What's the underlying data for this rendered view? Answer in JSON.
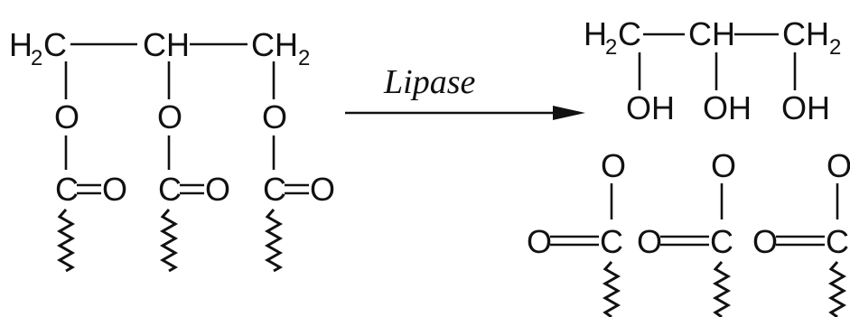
{
  "reaction": {
    "enzyme_label": "Lipase",
    "substrate": {
      "atoms": {
        "h2c_left": "H",
        "h2c_left_sub": "2",
        "h2c_left_c": "C",
        "ch_center": "CH",
        "ch2_right_c": "CH",
        "ch2_right_sub": "2",
        "oxygen": "O",
        "carbon": "C",
        "carbonyl_o": "O"
      }
    },
    "products": {
      "glycerol": {
        "h2c_left": "H",
        "h2c_left_sub": "2",
        "h2c_left_c": "C",
        "ch_center": "CH",
        "ch2_right_c": "CH",
        "ch2_right_sub": "2",
        "hydroxyl": "OH"
      },
      "fatty_acids": {
        "oxygen": "O",
        "carbon": "C"
      }
    }
  }
}
